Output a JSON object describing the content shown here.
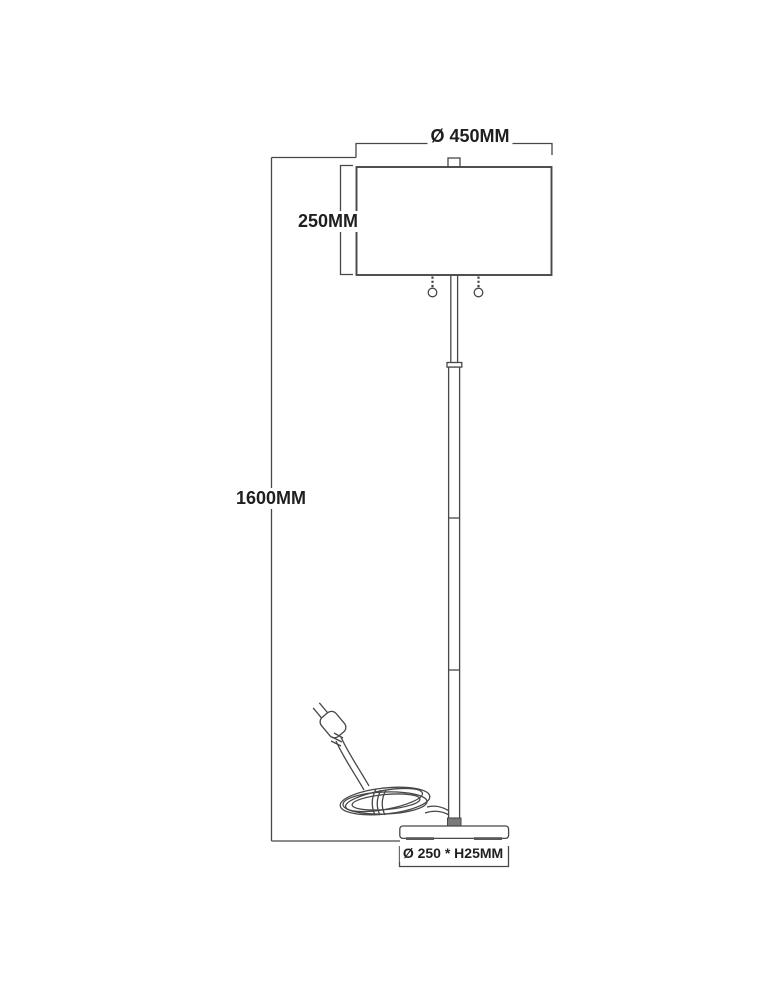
{
  "labels": {
    "shade_diameter": "Ø 450MM",
    "shade_height": "250MM",
    "total_height": "1600MM",
    "base_size": "Ø 250 * H25MM"
  },
  "colors": {
    "background": "#ffffff",
    "line": "#474747",
    "text": "#1f1f1f",
    "metal_fill": "#7a7a7a"
  }
}
